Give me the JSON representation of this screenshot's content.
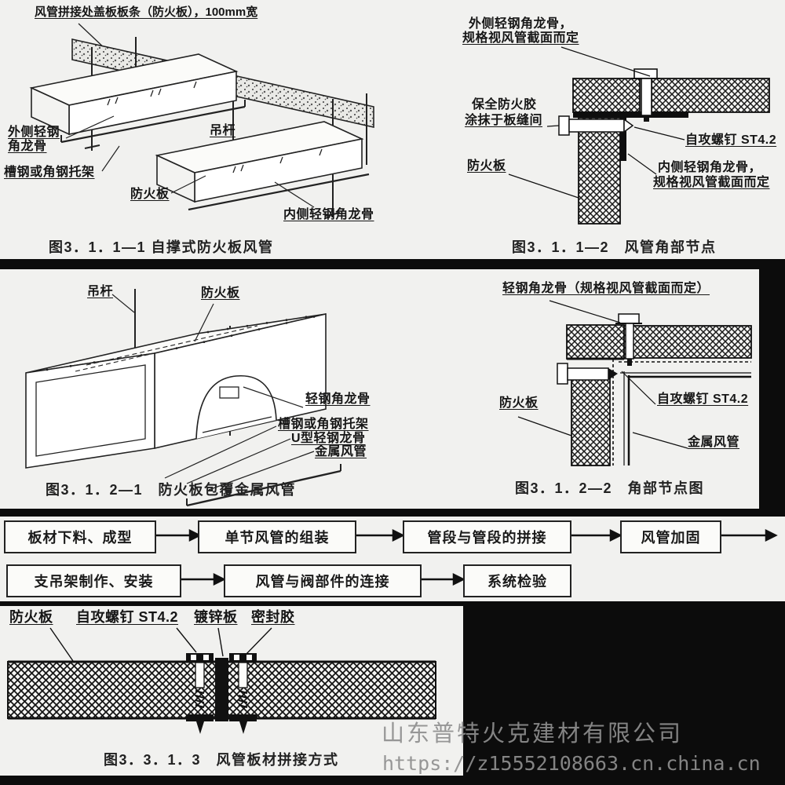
{
  "colors": {
    "paper": "#f1f1ef",
    "ink": "#1c1c1c",
    "bar": "#0c0c0c",
    "watermark": "#8f8f8f"
  },
  "fig1": {
    "title": "风管拼接处盖板板条（防火板），100mm宽",
    "label_outer_line1": "外侧轻钢",
    "label_outer_line2": "角龙骨",
    "label_bracket": "槽钢或角钢托架",
    "label_fireboard": "防火板",
    "label_hanger": "吊杆",
    "label_inner": "内侧轻钢角龙骨",
    "caption": "图3．1．1—1 自撑式防火板风管"
  },
  "fig2": {
    "label_outer_line1": "外侧轻钢角龙骨，",
    "label_outer_line2": "规格视风管截面而定",
    "label_glue_line1": "保全防火胶",
    "label_glue_line2": "涂抹于板缝间",
    "label_screw": "自攻螺钉 ST4.2",
    "label_fireboard": "防火板",
    "label_inner_line1": "内侧轻钢角龙骨，",
    "label_inner_line2": "规格视风管截面而定",
    "caption": "图3．1．1—2　风管角部节点"
  },
  "fig3": {
    "label_hanger": "吊杆",
    "label_fireboard": "防火板",
    "label_keel": "轻钢角龙骨",
    "label_bracket": "槽钢或角钢托架",
    "label_u_keel": "U型轻钢龙骨",
    "label_metal_duct": "金属风管",
    "caption": "图3．1．2—1　防火板包覆金属风管"
  },
  "fig4": {
    "label_keel": "轻钢角龙骨（规格视风管截面而定）",
    "label_fireboard": "防火板",
    "label_screw": "自攻螺钉 ST4.2",
    "label_metal_duct": "金属风管",
    "caption": "图3．1．2—2　角部节点图"
  },
  "flowchart": {
    "row1": [
      "板材下料、成型",
      "单节风管的组装",
      "管段与管段的拼接",
      "风管加固"
    ],
    "row2": [
      "支吊架制作、安装",
      "风管与阀部件的连接",
      "系统检验"
    ]
  },
  "fig5": {
    "label_fireboard": "防火板",
    "label_screw": "自攻螺钉 ST4.2",
    "label_zinc": "镀锌板",
    "label_sealant": "密封胶",
    "caption": "图3．3．1．3　风管板材拼接方式"
  },
  "watermark": {
    "company": "山东普特火克建材有限公司",
    "url": "https://z15552108663.cn.china.cn"
  }
}
